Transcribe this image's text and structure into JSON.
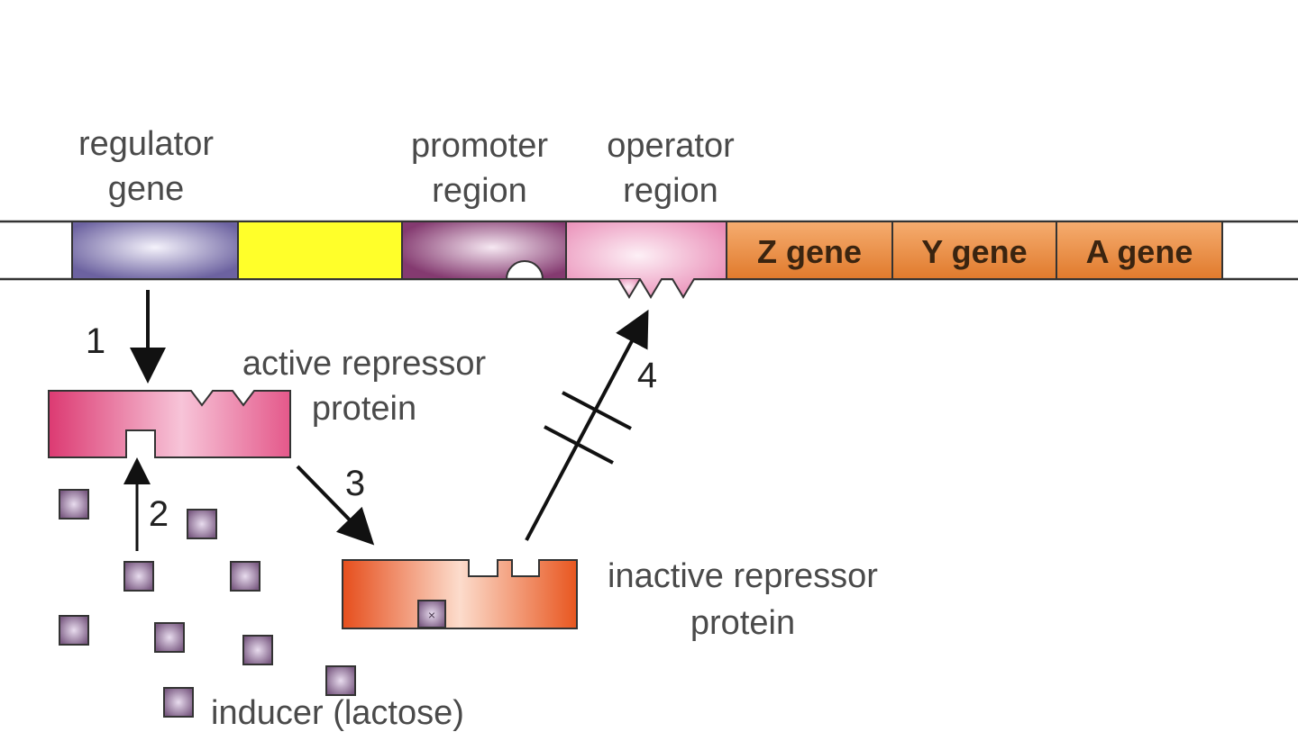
{
  "labels": {
    "regulator_gene": [
      "regulator",
      "gene"
    ],
    "promoter_region": [
      "promoter",
      "region"
    ],
    "operator_region": [
      "operator",
      "region"
    ],
    "active_repressor": [
      "active repressor",
      "protein"
    ],
    "inactive_repressor": [
      "inactive repressor",
      "protein"
    ],
    "inducer": "inducer (lactose)"
  },
  "genes": {
    "z": "Z gene",
    "y": "Y gene",
    "a": "A gene"
  },
  "steps": {
    "s1": "1",
    "s2": "2",
    "s3": "3",
    "s4": "4"
  },
  "colors": {
    "regulator": "#7a70a8",
    "yellow_segment": "#ffff2a",
    "promoter": "#8e3f78",
    "operator": "#f0a0c4",
    "structural_genes": "#e8883c",
    "active_repressor": "#e2457a",
    "inactive_repressor": "#e85a28",
    "inducer": "#8a6a90"
  }
}
